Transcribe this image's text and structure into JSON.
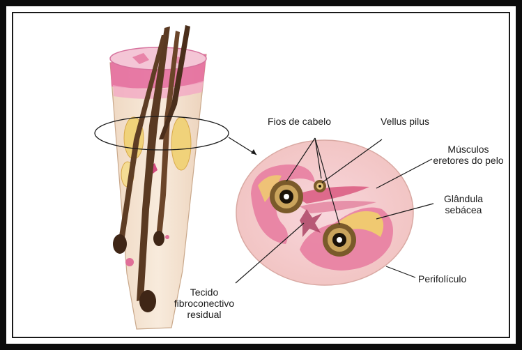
{
  "labels": {
    "fios_de_cabelo": "Fios de cabelo",
    "vellus_pilus": "Vellus pilus",
    "musculos_line1": "Músculos",
    "musculos_line2": "eretores do pelo",
    "glandula_line1": "Glândula",
    "glandula_line2": "sebácea",
    "perifoliculo": "Perifolículo",
    "tecido_line1": "Tecido",
    "tecido_line2": "fibroconectivo",
    "tecido_line3": "residual"
  },
  "colors": {
    "frame": "#0c0c0c",
    "dermis": "#f6e3d3",
    "epidermis_pink": "#d94a88",
    "sebaceous_yellow": "#f0d27a",
    "follicle_brown": "#5a3a22",
    "tissue_pink": "#e88aa6"
  }
}
